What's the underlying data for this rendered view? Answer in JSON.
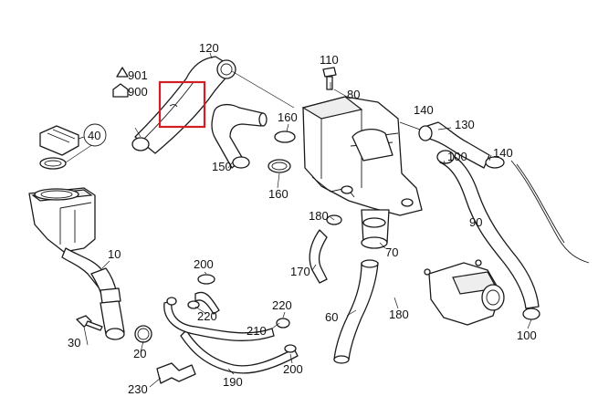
{
  "labels": {
    "p10": "10",
    "p20": "20",
    "p30": "30",
    "p40": "40",
    "p60": "60",
    "p70": "70",
    "p80": "80",
    "p90": "90",
    "p100a": "100",
    "p100b": "100",
    "p110": "110",
    "p120": "120",
    "p130": "130",
    "p140a": "140",
    "p140b": "140",
    "p150": "150",
    "p160a": "160",
    "p160b": "160",
    "p170": "170",
    "p180a": "180",
    "p180b": "180",
    "p190": "190",
    "p200a": "200",
    "p200b": "200",
    "p210": "210",
    "p220a": "220",
    "p220b": "220",
    "p230": "230",
    "p900": "900",
    "p901": "901"
  },
  "highlight": {
    "color": "#d21f26"
  },
  "icons": {
    "screw": "screw-icon",
    "clip": "clip-icon",
    "gasket": "gasket-icon"
  }
}
